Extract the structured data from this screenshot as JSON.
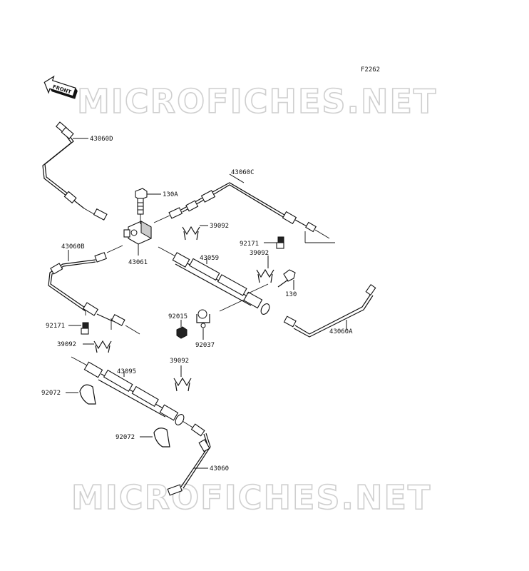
{
  "figure_code": "F2262",
  "front_arrow_label": "FRONT",
  "watermarks": [
    "MICROFICHES.NET",
    "MICROFICHES.NET"
  ],
  "callouts": [
    "43060D",
    "43060C",
    "130A",
    "39092",
    "92171",
    "39092",
    "43061",
    "43060B",
    "43059",
    "130",
    "92015",
    "92037",
    "92171",
    "39092",
    "43060A",
    "43095",
    "39092",
    "92072",
    "92072",
    "43060"
  ]
}
